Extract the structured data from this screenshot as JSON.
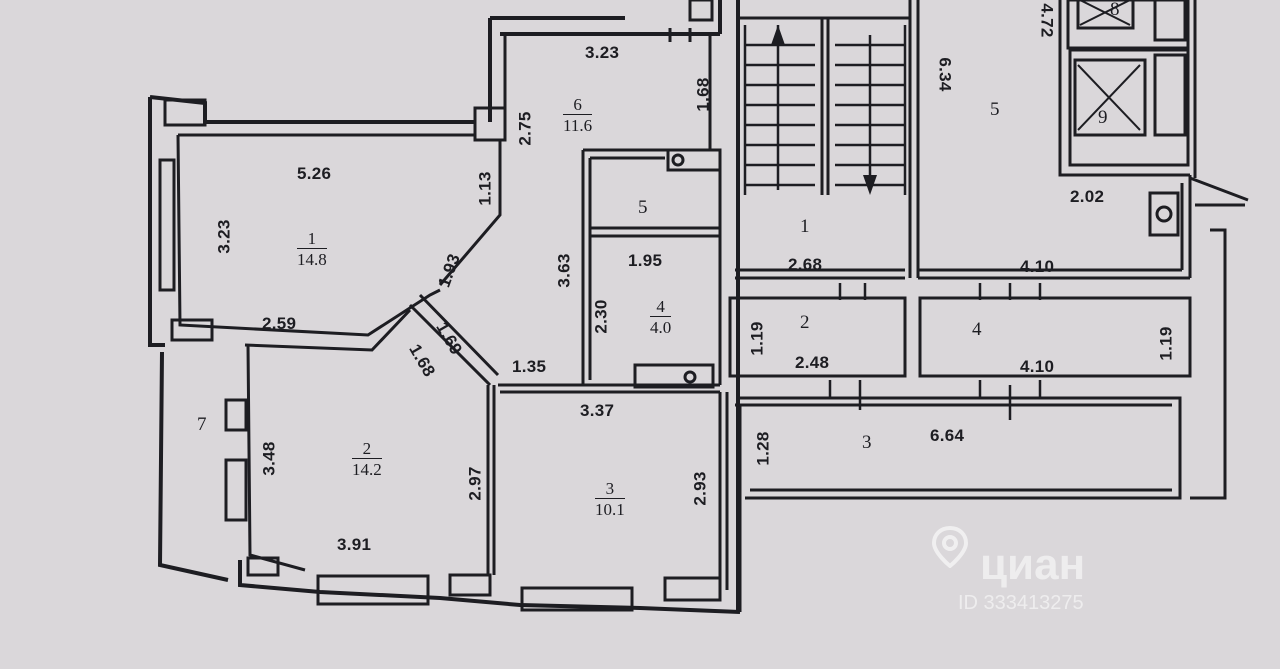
{
  "rooms": [
    {
      "number": "1",
      "area": "14.8"
    },
    {
      "number": "2",
      "area": "14.2"
    },
    {
      "number": "3",
      "area": "10.1"
    },
    {
      "number": "4",
      "area": "4.0"
    },
    {
      "number": "5"
    },
    {
      "number": "6",
      "area": "11.6"
    },
    {
      "number": "7"
    }
  ],
  "common_areas": [
    "1",
    "2",
    "3",
    "4",
    "5",
    "8",
    "9"
  ],
  "dimensions": {
    "r1_top": "5.26",
    "r1_left": "3.23",
    "r1_bottom": "2.59",
    "r1_right": "1.13",
    "r1_diag": "1.93",
    "r6_top": "3.23",
    "r6_left": "2.75",
    "r6_right": "1.68",
    "r6_mid": "3.63",
    "r4_top": "1.95",
    "r4_left": "2.30",
    "diag_a": "1.69",
    "diag_b": "1.68",
    "hall_bottom": "1.35",
    "r2_left": "3.48",
    "r2_right": "2.97",
    "r2_bottom": "3.91",
    "r3_top": "3.37",
    "r3_right": "2.93",
    "stair_width": "2.68",
    "c2_left": "1.19",
    "c2_width": "2.48",
    "c3_height": "1.28",
    "c3_width": "6.64",
    "c4_top": "4.10",
    "c4_bottom": "4.10",
    "c4_right": "1.19",
    "c5_height": "6.34",
    "c5_bottom": "2.02",
    "shaft_height": "4.72"
  },
  "watermark": {
    "brand": "циан",
    "id": "ID 333413275"
  }
}
